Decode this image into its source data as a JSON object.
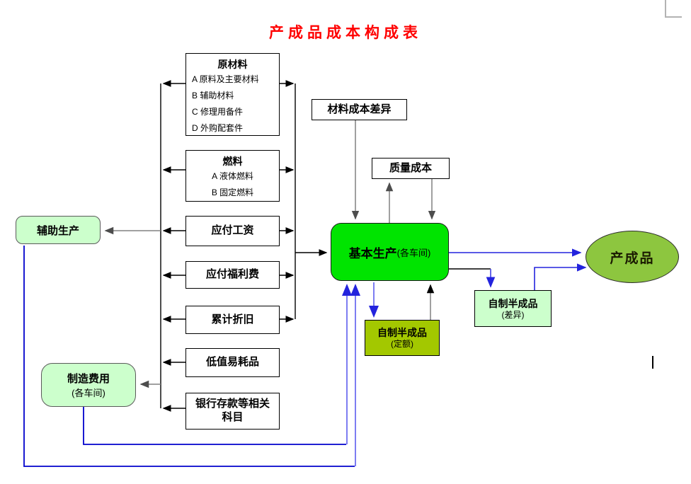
{
  "title": "产成品成本构成表",
  "nodes": {
    "raw_materials": {
      "title": "原材料",
      "items": [
        "A 原料及主要材料",
        "B 辅助材料",
        "C 修理用备件",
        "D 外购配套件"
      ]
    },
    "fuel": {
      "title": "燃料",
      "items": [
        "A 液体燃料",
        "B 固定燃料"
      ]
    },
    "wages": {
      "label": "应付工资"
    },
    "welfare": {
      "label": "应付福利费"
    },
    "depreciation": {
      "label": "累计折旧"
    },
    "consumables": {
      "label": "低值易耗品"
    },
    "bank": {
      "label": "银行存款等相关科目"
    },
    "aux_production": {
      "label": "辅助生产"
    },
    "mfg_cost": {
      "label": "制造费用",
      "sub": "(各车间)"
    },
    "material_variance": {
      "label": "材料成本差异"
    },
    "quality_cost": {
      "label": "质量成本"
    },
    "basic_production": {
      "label": "基本生产",
      "sub": "(各车间)"
    },
    "semi_quota": {
      "label": "自制半成品",
      "sub": "(定额)"
    },
    "semi_variance": {
      "label": "自制半成品",
      "sub": "(差异)"
    },
    "finished_goods": {
      "label": "产成品"
    }
  },
  "colors": {
    "title_red": "#ff0000",
    "basic_production_fill": "#00e400",
    "light_green_fill": "#ccffcc",
    "quota_fill": "#a3c800",
    "ellipse_fill": "#8dc63f",
    "connector_black": "#000000",
    "connector_gray": "#808080",
    "connector_blue_dark": "#0000cc",
    "connector_blue_light": "#7d7df2"
  }
}
